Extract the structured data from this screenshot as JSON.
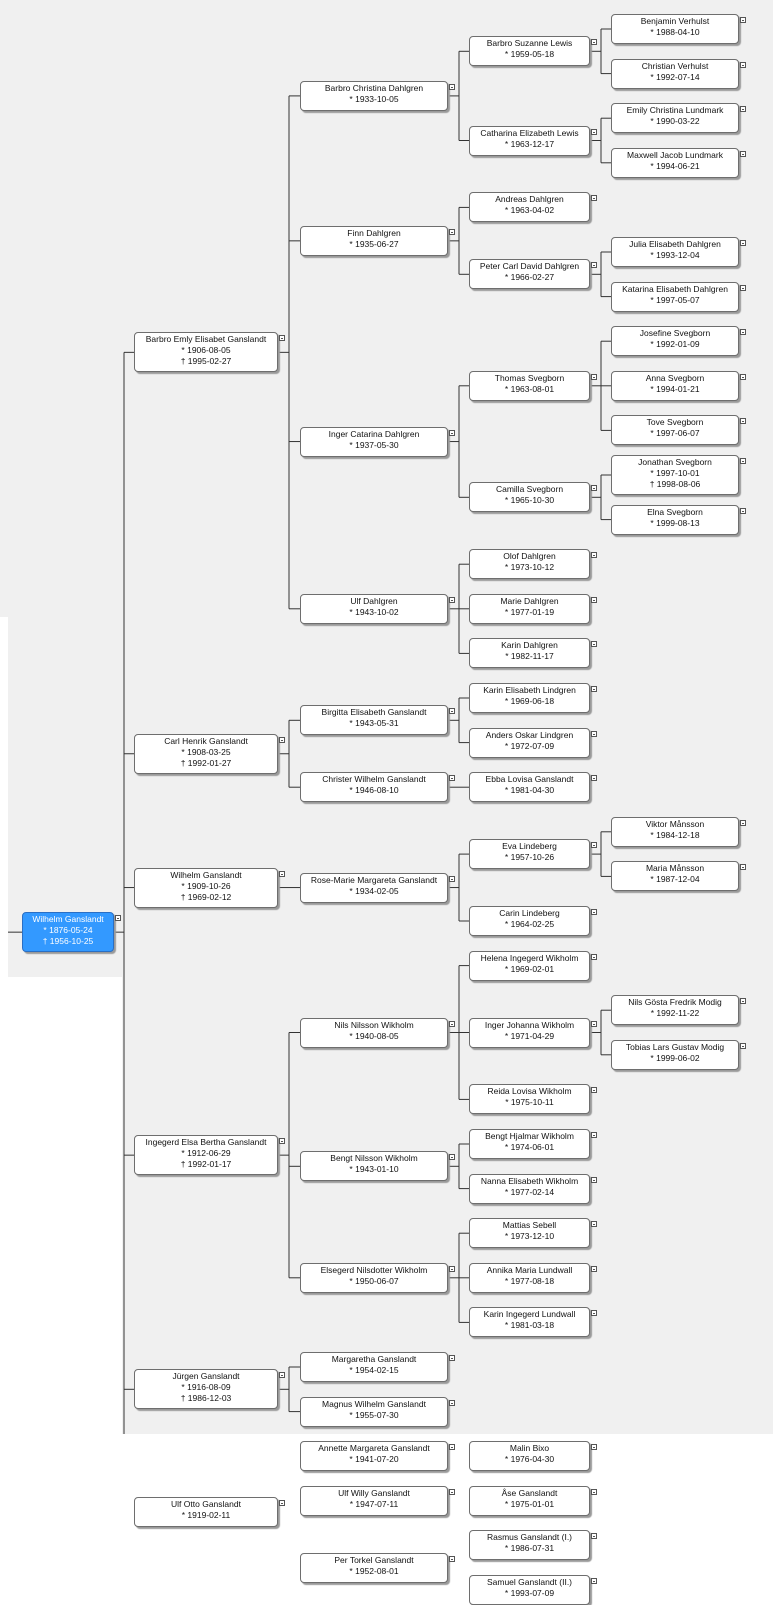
{
  "tree": {
    "name": "Wilhelm Ganslandt",
    "birth": "* 1876-05-24",
    "death": "† 1956-10-25",
    "selected": true,
    "children": [
      {
        "name": "Barbro Emly Elisabet Ganslandt",
        "birth": "* 1906-08-05",
        "death": "† 1995-02-27",
        "children": [
          {
            "name": "Barbro Christina Dahlgren",
            "birth": "* 1933-10-05",
            "children": [
              {
                "name": "Barbro Suzanne Lewis",
                "birth": "* 1959-05-18",
                "children": [
                  {
                    "name": "Benjamin Verhulst",
                    "birth": "* 1988-04-10"
                  },
                  {
                    "name": "Christian Verhulst",
                    "birth": "* 1992-07-14"
                  }
                ]
              },
              {
                "name": "Catharina Elizabeth Lewis",
                "birth": "* 1963-12-17",
                "children": [
                  {
                    "name": "Emily Christina Lundmark",
                    "birth": "* 1990-03-22"
                  },
                  {
                    "name": "Maxwell Jacob Lundmark",
                    "birth": "* 1994-06-21"
                  }
                ]
              }
            ]
          },
          {
            "name": "Finn Dahlgren",
            "birth": "* 1935-06-27",
            "children": [
              {
                "name": "Andreas Dahlgren",
                "birth": "* 1963-04-02"
              },
              {
                "name": "Peter Carl David Dahlgren",
                "birth": "* 1966-02-27",
                "children": [
                  {
                    "name": "Julia Elisabeth Dahlgren",
                    "birth": "* 1993-12-04"
                  },
                  {
                    "name": "Katarina Elisabeth Dahlgren",
                    "birth": "* 1997-05-07"
                  }
                ]
              }
            ]
          },
          {
            "name": "Inger Catarina Dahlgren",
            "birth": "* 1937-05-30",
            "children": [
              {
                "name": "Thomas Svegborn",
                "birth": "* 1963-08-01",
                "children": [
                  {
                    "name": "Josefine Svegborn",
                    "birth": "* 1992-01-09"
                  },
                  {
                    "name": "Anna Svegborn",
                    "birth": "* 1994-01-21"
                  },
                  {
                    "name": "Tove Svegborn",
                    "birth": "* 1997-06-07"
                  }
                ]
              },
              {
                "name": "Camilla Svegborn",
                "birth": "* 1965-10-30",
                "children": [
                  {
                    "name": "Jonathan Svegborn",
                    "birth": "* 1997-10-01",
                    "death": "† 1998-08-06"
                  },
                  {
                    "name": "Elna Svegborn",
                    "birth": "* 1999-08-13"
                  }
                ]
              }
            ]
          },
          {
            "name": "Ulf Dahlgren",
            "birth": "* 1943-10-02",
            "children": [
              {
                "name": "Olof Dahlgren",
                "birth": "* 1973-10-12"
              },
              {
                "name": "Marie Dahlgren",
                "birth": "* 1977-01-19"
              },
              {
                "name": "Karin Dahlgren",
                "birth": "* 1982-11-17"
              }
            ]
          }
        ]
      },
      {
        "name": "Carl Henrik Ganslandt",
        "birth": "* 1908-03-25",
        "death": "† 1992-01-27",
        "children": [
          {
            "name": "Birgitta Elisabeth Ganslandt",
            "birth": "* 1943-05-31",
            "children": [
              {
                "name": "Karin Elisabeth Lindgren",
                "birth": "* 1969-06-18"
              },
              {
                "name": "Anders Oskar Lindgren",
                "birth": "* 1972-07-09"
              }
            ]
          },
          {
            "name": "Christer Wilhelm Ganslandt",
            "birth": "* 1946-08-10",
            "children": [
              {
                "name": "Ebba Lovisa Ganslandt",
                "birth": "* 1981-04-30"
              }
            ]
          }
        ]
      },
      {
        "name": "Wilhelm Ganslandt",
        "birth": "* 1909-10-26",
        "death": "† 1969-02-12",
        "children": [
          {
            "name": "Rose-Marie Margareta Ganslandt",
            "birth": "* 1934-02-05",
            "children": [
              {
                "name": "Eva Lindeberg",
                "birth": "* 1957-10-26",
                "children": [
                  {
                    "name": "Viktor Månsson",
                    "birth": "* 1984-12-18"
                  },
                  {
                    "name": "Maria Månsson",
                    "birth": "* 1987-12-04"
                  }
                ]
              },
              {
                "name": "Carin Lindeberg",
                "birth": "* 1964-02-25"
              }
            ]
          }
        ]
      },
      {
        "name": "Ingegerd Elsa Bertha Ganslandt",
        "birth": "* 1912-06-29",
        "death": "† 1992-01-17",
        "children": [
          {
            "name": "Nils Nilsson Wikholm",
            "birth": "* 1940-08-05",
            "children": [
              {
                "name": "Helena Ingegerd Wikholm",
                "birth": "* 1969-02-01"
              },
              {
                "name": "Inger Johanna Wikholm",
                "birth": "* 1971-04-29",
                "children": [
                  {
                    "name": "Nils Gösta Fredrik Modig",
                    "birth": "* 1992-11-22"
                  },
                  {
                    "name": "Tobias Lars Gustav Modig",
                    "birth": "* 1999-06-02"
                  }
                ]
              },
              {
                "name": "Reida Lovisa Wikholm",
                "birth": "* 1975-10-11"
              }
            ]
          },
          {
            "name": "Bengt Nilsson Wikholm",
            "birth": "* 1943-01-10",
            "children": [
              {
                "name": "Bengt Hjalmar Wikholm",
                "birth": "* 1974-06-01"
              },
              {
                "name": "Nanna Elisabeth Wikholm",
                "birth": "* 1977-02-14"
              }
            ]
          },
          {
            "name": "Elsegerd Nilsdotter Wikholm",
            "birth": "* 1950-06-07",
            "children": [
              {
                "name": "Mattias Sebell",
                "birth": "* 1973-12-10"
              },
              {
                "name": "Annika Maria Lundwall",
                "birth": "* 1977-08-18"
              },
              {
                "name": "Karin Ingegerd Lundwall",
                "birth": "* 1981-03-18"
              }
            ]
          }
        ]
      },
      {
        "name": "Jürgen Ganslandt",
        "birth": "* 1916-08-09",
        "death": "† 1986-12-03",
        "children": [
          {
            "name": "Margaretha Ganslandt",
            "birth": "* 1954-02-15"
          },
          {
            "name": "Magnus Wilhelm Ganslandt",
            "birth": "* 1955-07-30"
          }
        ]
      },
      {
        "name": "Ulf Otto Ganslandt",
        "birth": "* 1919-02-11",
        "children": [
          {
            "name": "Annette Margareta Ganslandt",
            "birth": "* 1941-07-20",
            "children": [
              {
                "name": "Malin Bixo",
                "birth": "* 1976-04-30"
              }
            ]
          },
          {
            "name": "Ulf Willy Ganslandt",
            "birth": "* 1947-07-11",
            "children": [
              {
                "name": "Åse Ganslandt",
                "birth": "* 1975-01-01"
              }
            ]
          },
          {
            "name": "Per Torkel Ganslandt",
            "birth": "* 1952-08-01",
            "children": [
              {
                "name": "Rasmus Ganslandt (I.)",
                "birth": "* 1986-07-31"
              },
              {
                "name": "Samuel Ganslandt (II.)",
                "birth": "* 1993-07-09"
              }
            ]
          }
        ]
      }
    ]
  }
}
